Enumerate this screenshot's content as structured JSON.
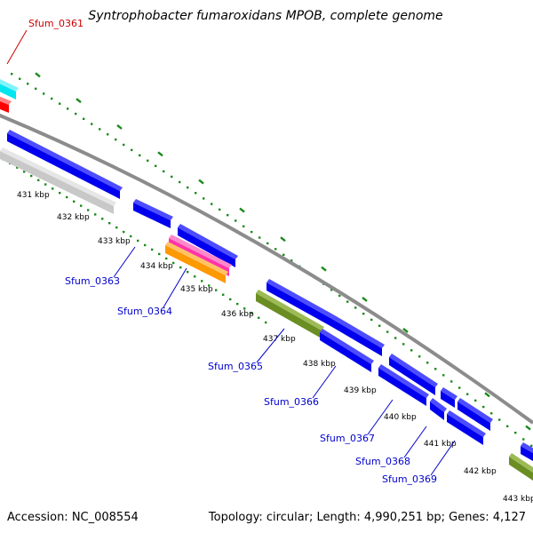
{
  "title": "Syntrophobacter fumaroxidans MPOB, complete genome",
  "footer": {
    "accession": "Accession: NC_008554",
    "summary": "Topology: circular; Length: 4,990,251 bp; Genes: 4,127"
  },
  "kbp_ticks": [
    "431 kbp",
    "432 kbp",
    "433 kbp",
    "434 kbp",
    "435 kbp",
    "436 kbp",
    "437 kbp",
    "438 kbp",
    "439 kbp",
    "440 kbp",
    "441 kbp",
    "442 kbp",
    "443 kbp"
  ],
  "gene_labels": [
    {
      "name": "Sfum_0361",
      "color": "#cc0000"
    },
    {
      "name": "Sfum_0363",
      "color": "#0000cc"
    },
    {
      "name": "Sfum_0364",
      "color": "#0000cc"
    },
    {
      "name": "Sfum_0365",
      "color": "#0000cc"
    },
    {
      "name": "Sfum_0366",
      "color": "#0000cc"
    },
    {
      "name": "Sfum_0367",
      "color": "#0000cc"
    },
    {
      "name": "Sfum_0368",
      "color": "#0000cc"
    },
    {
      "name": "Sfum_0369",
      "color": "#0000cc"
    }
  ],
  "colors": {
    "backbone": "#8c8c8c",
    "ticks": "#1a8a1a",
    "cds": "#0000ee",
    "rna": "#ff0000",
    "other_cyan": "#00e5ee",
    "pseudo": "#c8c8c8",
    "misc_green": "#6b8e23",
    "pink": "#ff33aa",
    "orange": "#ff9900",
    "label_line": "#0000cc"
  }
}
